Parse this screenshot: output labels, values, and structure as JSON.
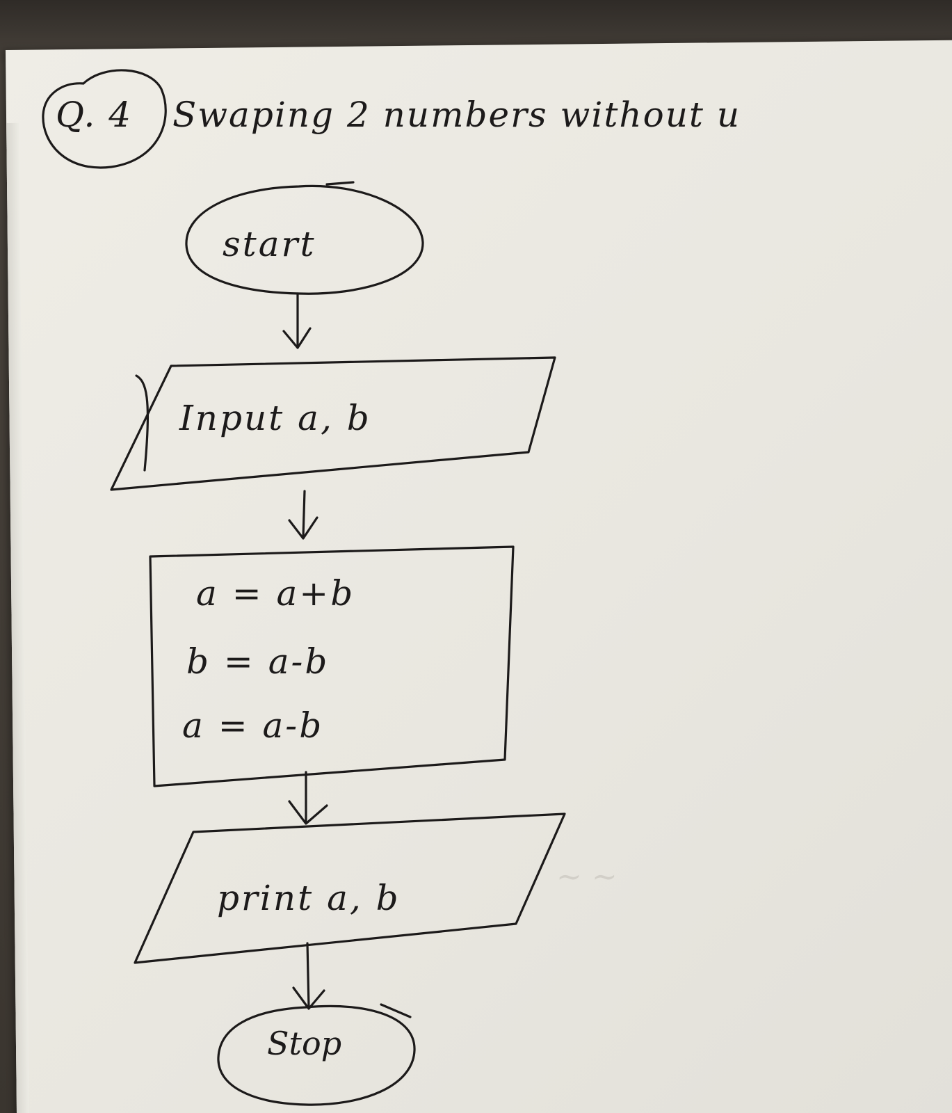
{
  "title": {
    "question_label": "Q. 4",
    "text": "Swaping 2 numbers without u"
  },
  "flowchart": {
    "start": "start",
    "input": "Input a, b",
    "process": [
      "a = a+b",
      "b = a-b",
      "a = a-b"
    ],
    "output": "print a, b",
    "stop": "Stop"
  },
  "colors": {
    "ink": "#1c1a1a",
    "paper": "#ebe9e2",
    "background": "#3c3731"
  }
}
